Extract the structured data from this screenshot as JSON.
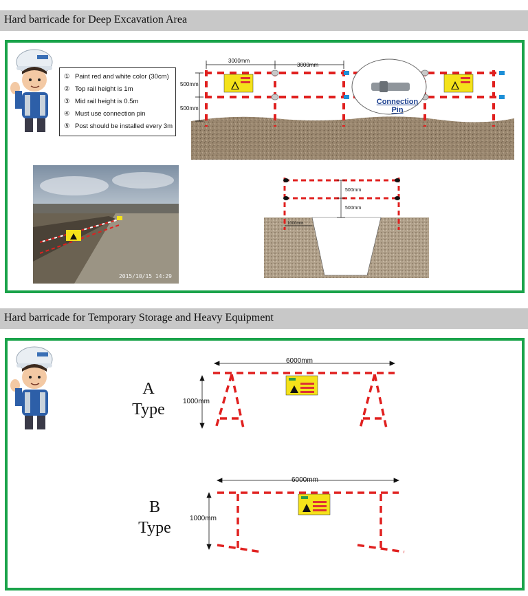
{
  "section1": {
    "title": "Hard barricade for Deep Excavation Area",
    "notes": [
      {
        "num": "①",
        "text": "Paint red and white color (30cm)"
      },
      {
        "num": "②",
        "text": "Top rail height is 1m"
      },
      {
        "num": "③",
        "text": "Mid rail height is 0.5m"
      },
      {
        "num": "④",
        "text": "Must use connection pin"
      },
      {
        "num": "⑤",
        "text": "Post should be installed every 3m"
      }
    ],
    "dim_span_1": "3000mm",
    "dim_span_2": "3000mm",
    "dim_height_1": "500mm",
    "dim_height_2": "500mm",
    "connection_pin_label": "Connection Pin",
    "photo_timestamp": "2015/10/15 14:29",
    "section_dim_1": "500mm",
    "section_dim_2": "500mm",
    "section_dim_3": "1000mm"
  },
  "section2": {
    "title": "Hard barricade for Temporary Storage and Heavy Equipment",
    "type_a": {
      "letter": "A",
      "word": "Type",
      "width": "6000mm",
      "height": "1000mm"
    },
    "type_b": {
      "letter": "B",
      "word": "Type",
      "width": "6000mm",
      "height": "1000mm"
    }
  },
  "colors": {
    "frame_green": "#1aa34a",
    "barricade_red": "#e0201f",
    "sign_yellow": "#f4e21a",
    "soil_brown": "#8d7a62"
  }
}
